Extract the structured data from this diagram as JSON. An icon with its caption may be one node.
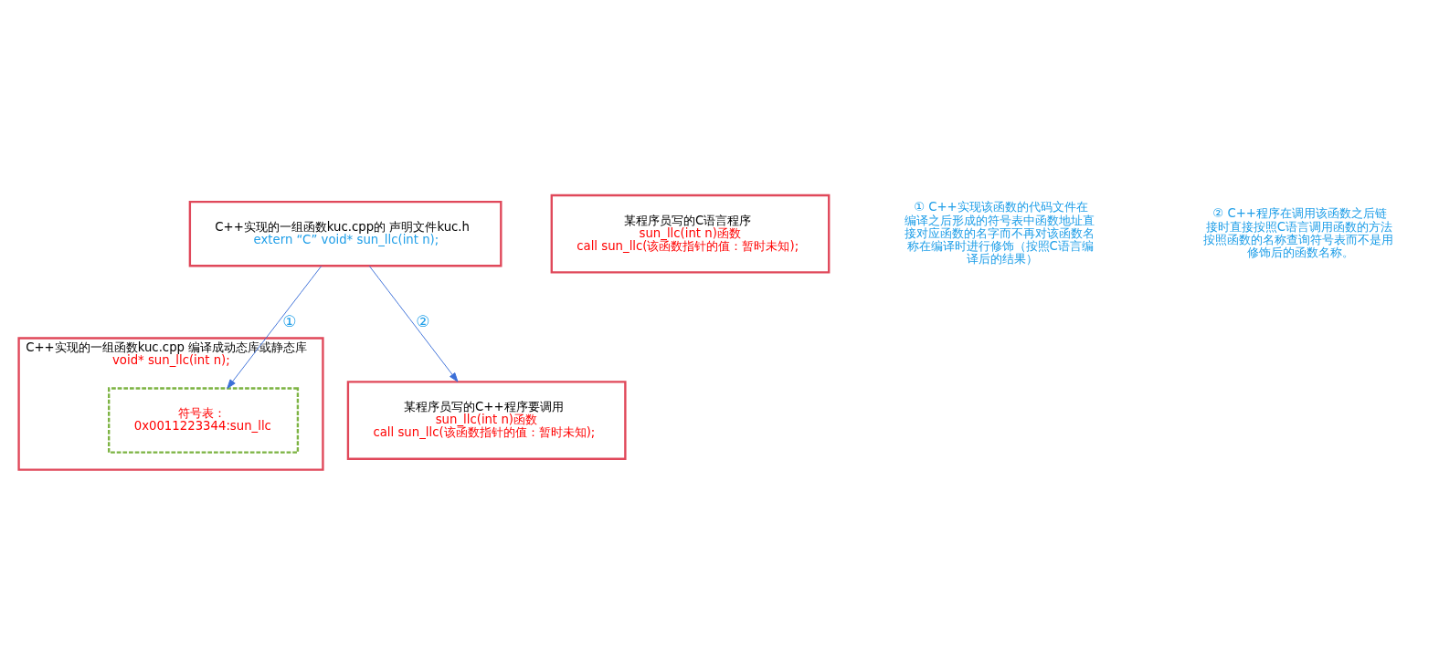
{
  "diagram": {
    "nodes": [
      {
        "text": [
          "C++实现的一组函数kuc.cpp 编译成动态库或静态库",
          "void* sun_llc(int n);"
        ]
      },
      {
        "text": [
          "符号表：",
          "0x0011223344:sun_llc"
        ],
        "in": 0
      },
      {
        "text": [
          "C++实现的一组函数kuc.cpp的 声明文件kuc.h",
          "extern “C” void* sun_llc(int n);"
        ]
      },
      {
        "text": [
          "某程序员写的C++程序要调用",
          "sun_llc(int n)函数",
          "call sun_llc(该函数指针的值：暂时未知);"
        ]
      },
      {
        "text": [
          "某程序员写的C语言程序",
          "sun_llc(int n)函数",
          "call sun_llc(该函数指针的值：暂时未知);"
        ]
      }
    ],
    "edges": [
      {
        "from": 2,
        "to": 1,
        "arrow": "to",
        "label": "①"
      },
      {
        "from": 2,
        "to": 3,
        "arrow": "to",
        "label": "②"
      }
    ],
    "labels": [
      "① C++实现该函数的代码文件在编译之后形成的符号表中函数地址直接对应函数的名字而不再对该函数名称在编译时进行修饰（按照C语言编译后的结果）",
      "② C++程序在调用该函数之后链接时直接按照C语言调用函数的方法按照函数的名称查询符号表而不是用修饰后的函数名称。"
    ]
  }
}
